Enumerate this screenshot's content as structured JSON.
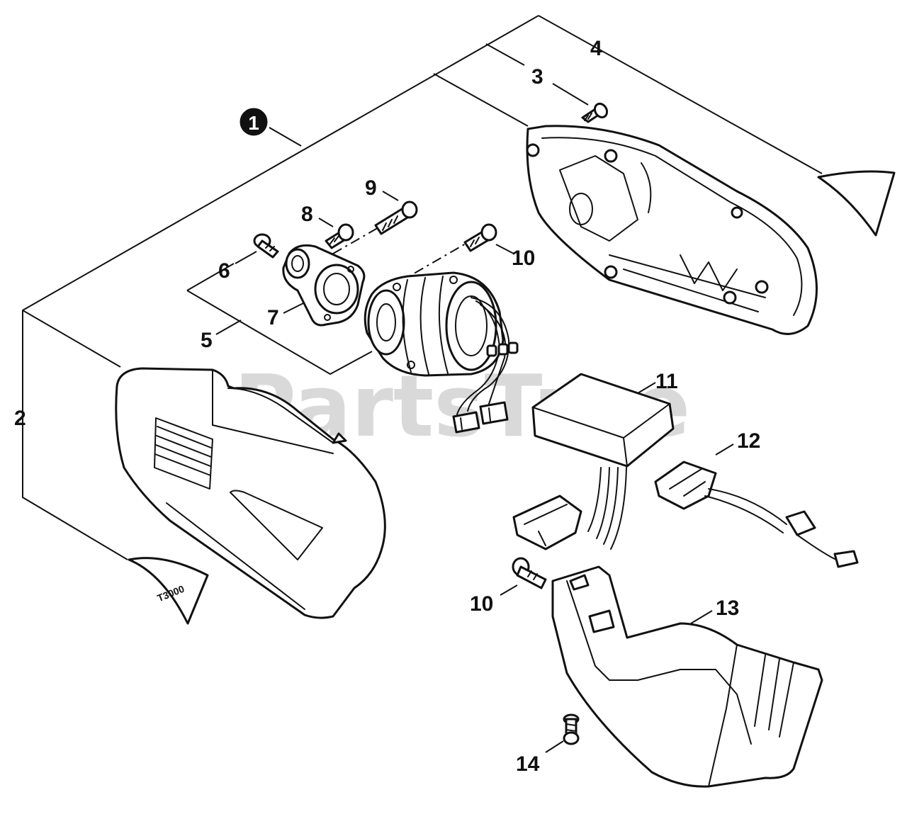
{
  "diagram": {
    "callouts": {
      "c1": "1",
      "c2": "2",
      "c3": "3",
      "c4": "4",
      "c5": "5",
      "c6": "6",
      "c7": "7",
      "c8": "8",
      "c9": "9",
      "c10a": "10",
      "c10b": "10",
      "c11": "11",
      "c12": "12",
      "c13": "13",
      "c14": "14"
    },
    "tag_label": "T3000",
    "watermark": "PartsTree"
  }
}
